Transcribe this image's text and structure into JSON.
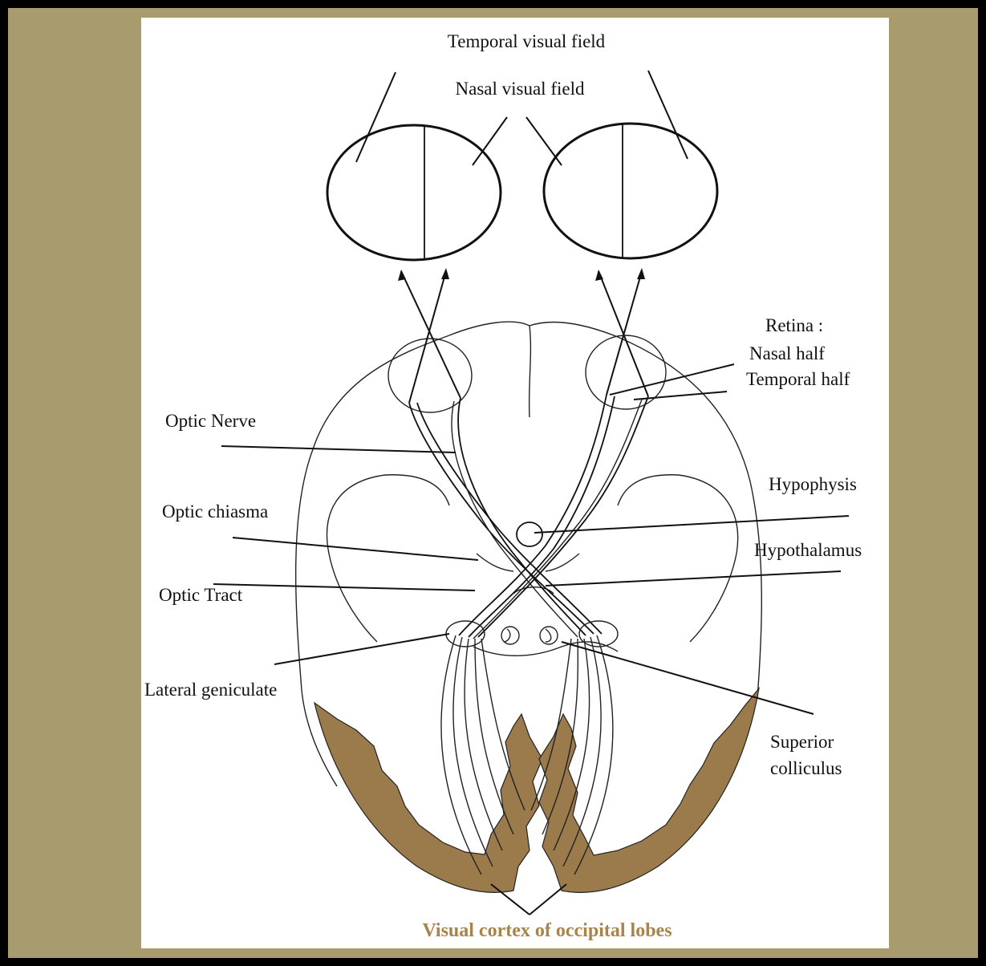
{
  "labels": {
    "temporal_visual_field": "Temporal visual field",
    "nasal_visual_field": "Nasal visual field",
    "retina": "Retina :",
    "nasal_half": "Nasal half",
    "temporal_half": "Temporal half",
    "optic_nerve": "Optic Nerve",
    "hypophysis": "Hypophysis",
    "optic_chiasma": "Optic chiasma",
    "hypothalamus": "Hypothalamus",
    "optic_tract": "Optic Tract",
    "lateral_geniculate": "Lateral geniculate",
    "superior": "Superior",
    "colliculus": "colliculus",
    "visual_cortex": "Visual cortex of occipital lobes"
  },
  "colors": {
    "frame": "#a89b6e",
    "cortex_fill": "#9b7b4c",
    "cortex_label": "#a8844a"
  }
}
